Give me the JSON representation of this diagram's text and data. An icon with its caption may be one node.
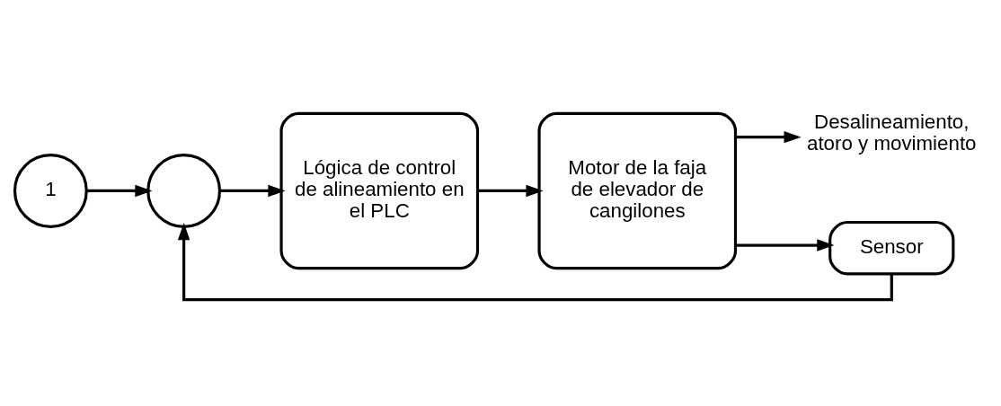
{
  "diagram": {
    "nodes": [
      {
        "text": [
          "1"
        ]
      },
      {
        "text": [],
        "shape": "circle"
      },
      {
        "text": [
          "Lógica de control de alineamiento en el PLC"
        ]
      },
      {
        "text": [
          "Motor de la faja de elevador de cangilones"
        ]
      },
      {
        "text": [
          "Desalineamiento, atoro y movimiento"
        ]
      },
      {
        "text": [
          "Sensor"
        ]
      }
    ],
    "edges": [
      {
        "from": 0,
        "to": 1,
        "arrow": "to"
      },
      {
        "from": 1,
        "to": 2,
        "arrow": "to"
      },
      {
        "from": 2,
        "to": 3,
        "arrow": "to"
      },
      {
        "from": 3,
        "to": 4,
        "arrow": "to"
      },
      {
        "from": 3,
        "to": 5,
        "arrow": "to"
      },
      {
        "from": 5,
        "to": 1,
        "arrow": "to"
      }
    ]
  }
}
